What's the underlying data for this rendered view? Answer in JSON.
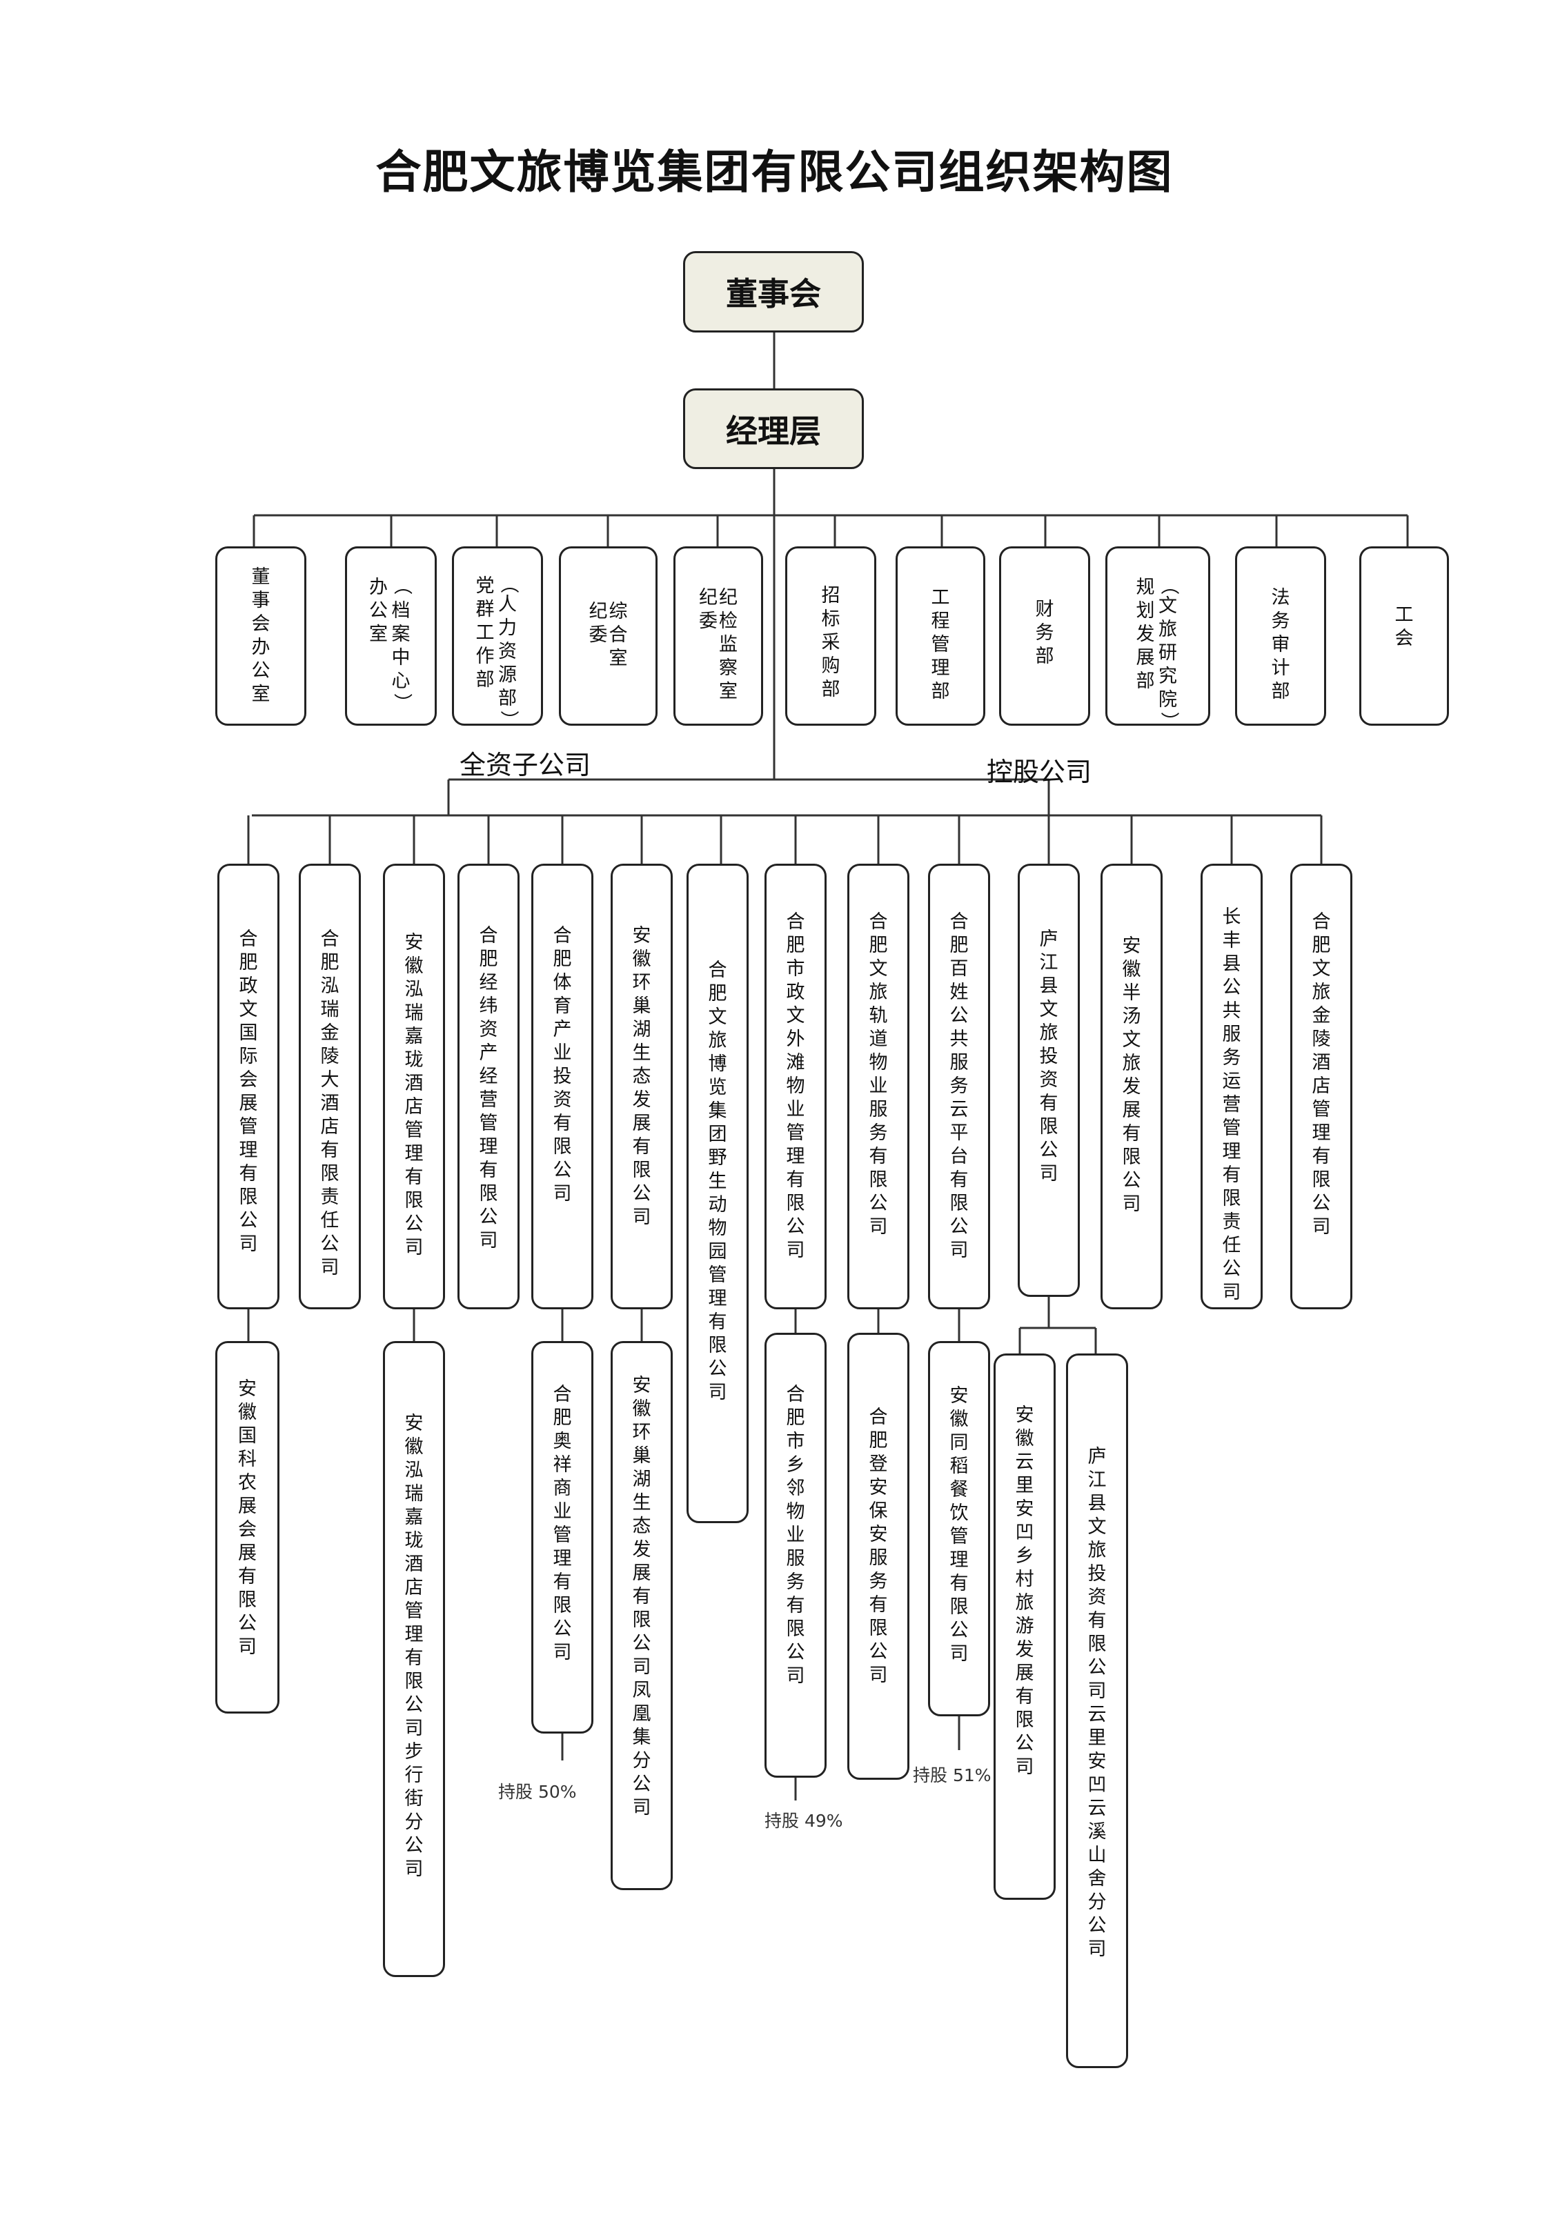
{
  "title": "合肥文旅博览集团有限公司组织架构图",
  "board": "董事会",
  "management": "经理层",
  "departments": [
    [
      "董事会办公室"
    ],
    [
      "（档案中心）",
      "办公室"
    ],
    [
      "（人力资源部）",
      "党群工作部"
    ],
    [
      "综合室",
      "纪委"
    ],
    [
      "纪检监察室",
      "纪委"
    ],
    [
      "招标采购部"
    ],
    [
      "工程管理部"
    ],
    [
      "财务部"
    ],
    [
      "（文旅研究院）",
      "规划发展部"
    ],
    [
      "法务审计部"
    ],
    [
      "工会"
    ]
  ],
  "group_labels": {
    "wholly_owned": "全资子公司",
    "holding": "控股公司"
  },
  "subsidiaries": [
    "合肥政文国际会展管理有限公司",
    "合肥泓瑞金陵大酒店有限责任公司",
    "安徽泓瑞嘉珑酒店管理有限公司",
    "合肥经纬资产经营管理有限公司",
    "合肥体育产业投资有限公司",
    "安徽环巢湖生态发展有限公司",
    "合肥文旅博览集团野生动物园管理有限公司",
    "合肥市政文外滩物业管理有限公司",
    "合肥文旅轨道物业服务有限公司",
    "合肥百姓公共服务云平台有限公司",
    "庐江县文旅投资有限公司",
    "安徽半汤文旅发展有限公司",
    "长丰县公共服务运营管理有限责任公司",
    "合肥文旅金陵酒店管理有限公司"
  ],
  "second_level": [
    "安徽国科农展会展有限公司",
    "安徽泓瑞嘉珑酒店管理有限公司步行街分公司",
    "合肥奥祥商业管理有限公司",
    "安徽环巢湖生态发展有限公司凤凰集分公司",
    "合肥市乡邻物业服务有限公司",
    "合肥登安保安服务有限公司",
    "安徽同稻餐饮管理有限公司",
    "安徽云里安凹乡村旅游发展有限公司",
    "庐江县文旅投资有限公司云里安凹云溪山舍分公司"
  ],
  "shareholding_notes": [
    "持股 50%",
    "持股 49%",
    "持股 51%"
  ]
}
